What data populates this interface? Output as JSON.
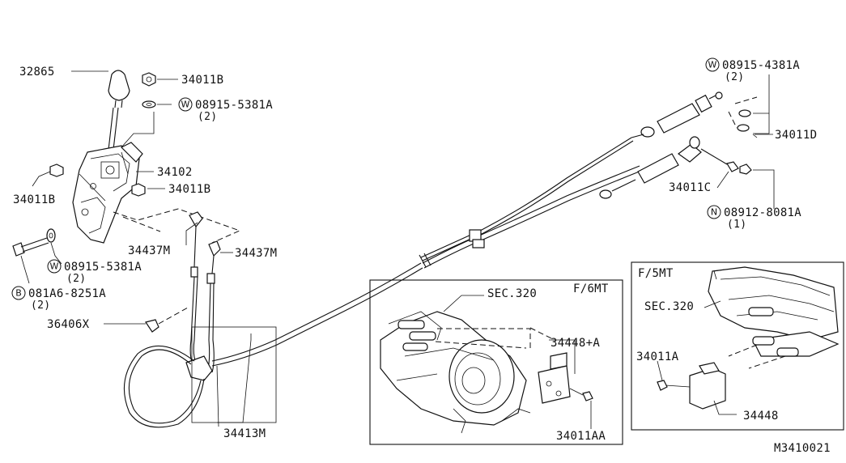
{
  "labels": {
    "p32865": "32865",
    "p34011b_top": "34011B",
    "w08915_5381a_top": "08915-5381A",
    "qty2_a": "(2)",
    "p34102": "34102",
    "p34011b_left": "34011B",
    "p34011b_mid": "34011B",
    "p34437m_a": "34437M",
    "p34437m_b": "34437M",
    "w08915_5381a_bot": "08915-5381A",
    "qty2_b": "(2)",
    "b081a6_8251a": "081A6-8251A",
    "qty2_c": "(2)",
    "p36406x": "36406X",
    "p34413m": "34413M",
    "w08915_4381a": "08915-4381A",
    "qty2_d": "(2)",
    "p34011d": "34011D",
    "p34011c": "34011C",
    "n08912_8081a": "08912-8081A",
    "qty1": "(1)",
    "f6mt_title": "F/6MT",
    "sec320_a": "SEC.320",
    "p34448a": "34448+A",
    "p34011aa": "34011AA",
    "f5mt_title": "F/5MT",
    "sec320_b": "SEC.320",
    "p34011a": "34011A",
    "p34448": "34448",
    "diagram_code": "M3410021"
  },
  "symbols": {
    "washer": "W",
    "bolt": "B",
    "nut": "N"
  }
}
